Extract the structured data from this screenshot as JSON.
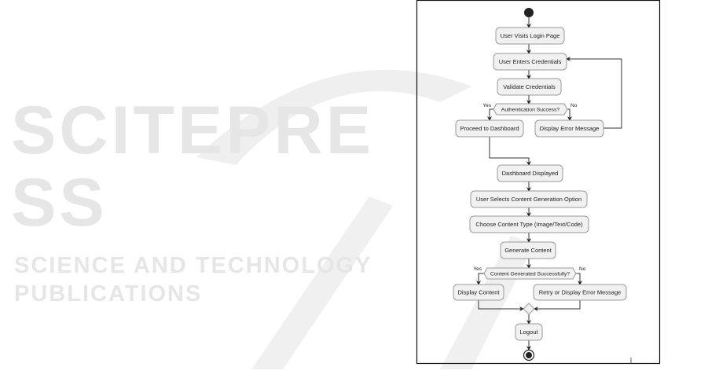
{
  "watermark": {
    "title": "SCITEPRESS",
    "subtitle": "SCIENCE AND TECHNOLOGY PUBLICATIONS"
  },
  "diagram": {
    "nodes": {
      "visit_login": "User Visits Login Page",
      "enter_credentials": "User Enters Credentials",
      "validate": "Validate Credentials",
      "auth_decision": "Authentication Success?",
      "proceed": "Proceed to Dashboard",
      "display_error": "Display Error Message",
      "dashboard": "Dashboard Displayed",
      "select_option": "User Selects Content Generation Option",
      "choose_type": "Choose Content Type (Image/Text/Code)",
      "generate": "Generate Content",
      "content_decision": "Content Generated Successfully?",
      "display_content": "Display Content",
      "retry": "Retry or Display Error Message",
      "logout": "Logout"
    },
    "labels": {
      "yes": "Yes",
      "no": "No"
    }
  }
}
